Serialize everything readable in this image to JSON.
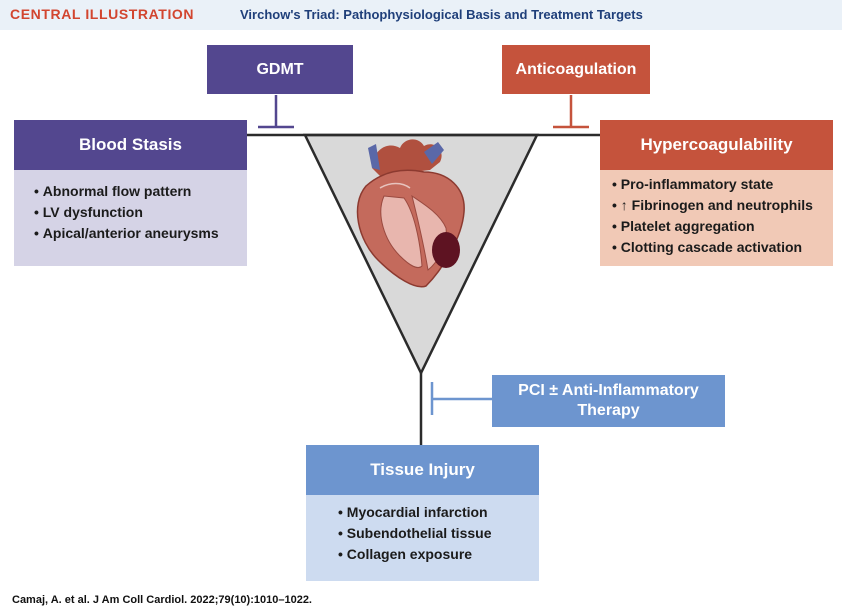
{
  "header": {
    "tag": "CENTRAL ILLUSTRATION",
    "title": "Virchow's Triad: Pathophysiological Basis and Treatment Targets"
  },
  "treatments": {
    "gdmt": "GDMT",
    "anticoagulation": "Anticoagulation",
    "pci": "PCI ± Anti-Inflammatory Therapy"
  },
  "blood_stasis": {
    "title": "Blood Stasis",
    "items": [
      "Abnormal flow pattern",
      "LV dysfunction",
      "Apical/anterior aneurysms"
    ]
  },
  "hypercoagulability": {
    "title": "Hypercoagulability",
    "items": [
      "Pro-inflammatory state",
      "↑ Fibrinogen and neutrophils",
      "Platelet aggregation",
      "Clotting cascade activation"
    ]
  },
  "tissue_injury": {
    "title": "Tissue Injury",
    "items": [
      "Myocardial infarction",
      "Subendothelial tissue",
      "Collagen exposure"
    ]
  },
  "citation": "Camaj, A. et al. J Am Coll Cardiol. 2022;79(10):1010–1022.",
  "colors": {
    "purple": "#53478f",
    "red": "#c5533c",
    "blue": "#6d95cf",
    "title_red": "#d2452f",
    "title_navy": "#1f3f7a"
  },
  "icons": [
    "heart-illustration",
    "inhibition-symbol"
  ]
}
